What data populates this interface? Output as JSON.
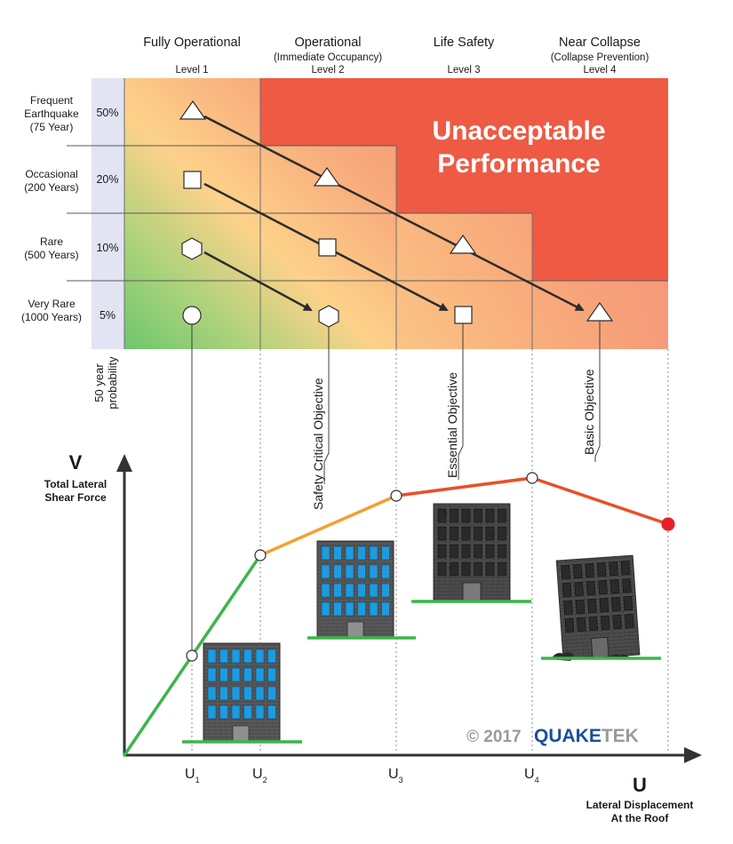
{
  "header": {
    "levels": [
      {
        "name": "Fully Operational",
        "sub": "",
        "level": "Level 1"
      },
      {
        "name": "Operational",
        "sub": "(Immediate Occupancy)",
        "level": "Level 2"
      },
      {
        "name": "Life Safety",
        "sub": "",
        "level": "Level 3"
      },
      {
        "name": "Near Collapse",
        "sub": "(Collapse Prevention)",
        "level": "Level 4"
      }
    ]
  },
  "rows": [
    {
      "name": "Frequent",
      "name2": "Earthquake",
      "period": "(75 Year)",
      "prob": "50%"
    },
    {
      "name": "Occasional",
      "name2": "",
      "period": "(200 Years)",
      "prob": "20%"
    },
    {
      "name": "Rare",
      "name2": "",
      "period": "(500 Years)",
      "prob": "10%"
    },
    {
      "name": "Very Rare",
      "name2": "",
      "period": "(1000 Years)",
      "prob": "5%"
    }
  ],
  "probability_label": {
    "line1": "50 year",
    "line2": "probability"
  },
  "unacceptable": {
    "line1": "Unacceptable",
    "line2": "Performance"
  },
  "objectives": {
    "safety": "Safety Critical Objective",
    "essential": "Essential Objective",
    "basic": "Basic Objective"
  },
  "axes": {
    "y_symbol": "V",
    "y_label1": "Total Lateral",
    "y_label2": "Shear Force",
    "x_symbol": "U",
    "x_label1": "Lateral Displacement",
    "x_label2": "At the Roof",
    "ticks": [
      {
        "main": "U",
        "sub": "1"
      },
      {
        "main": "U",
        "sub": "2"
      },
      {
        "main": "U",
        "sub": "3"
      },
      {
        "main": "U",
        "sub": "4"
      }
    ]
  },
  "copyright": {
    "symbol": "©",
    "year": "2017",
    "brand1": "QUAKE",
    "brand2": "TEK"
  },
  "colors": {
    "unacceptable": "#ee5a44",
    "green_curve": "#3cb64a",
    "orange_curve": "#f4a030",
    "red_curve": "#e8502a",
    "end_point": "#e8202a",
    "grid_green": "#7fca72",
    "grid_orange": "#f5a77a",
    "prob_column": "#e2e3f3",
    "window_blue": "#1e9be0"
  }
}
